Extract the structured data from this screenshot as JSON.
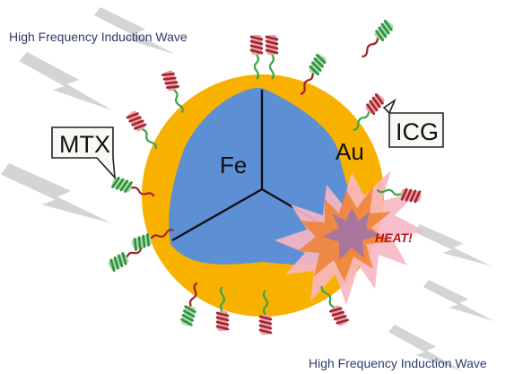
{
  "labels": {
    "wave_top": "High Frequency Induction Wave",
    "wave_bottom": "High Frequency Induction Wave",
    "core": "Fe",
    "shell": "Au",
    "drug_left": "MTX",
    "drug_right": "ICG",
    "heat": "HEAT!"
  },
  "colors": {
    "shell_gold": "#f9b100",
    "core_blue": "#5d8fd4",
    "heat_pink": "#f7b7c3",
    "coil_red": "#a3232d",
    "coil_green": "#3ea64a",
    "lightning_gray": "#d2d4d6"
  },
  "icons": [
    "lightning-bolt-icon",
    "molecule-coil-icon",
    "heat-burst-icon"
  ]
}
